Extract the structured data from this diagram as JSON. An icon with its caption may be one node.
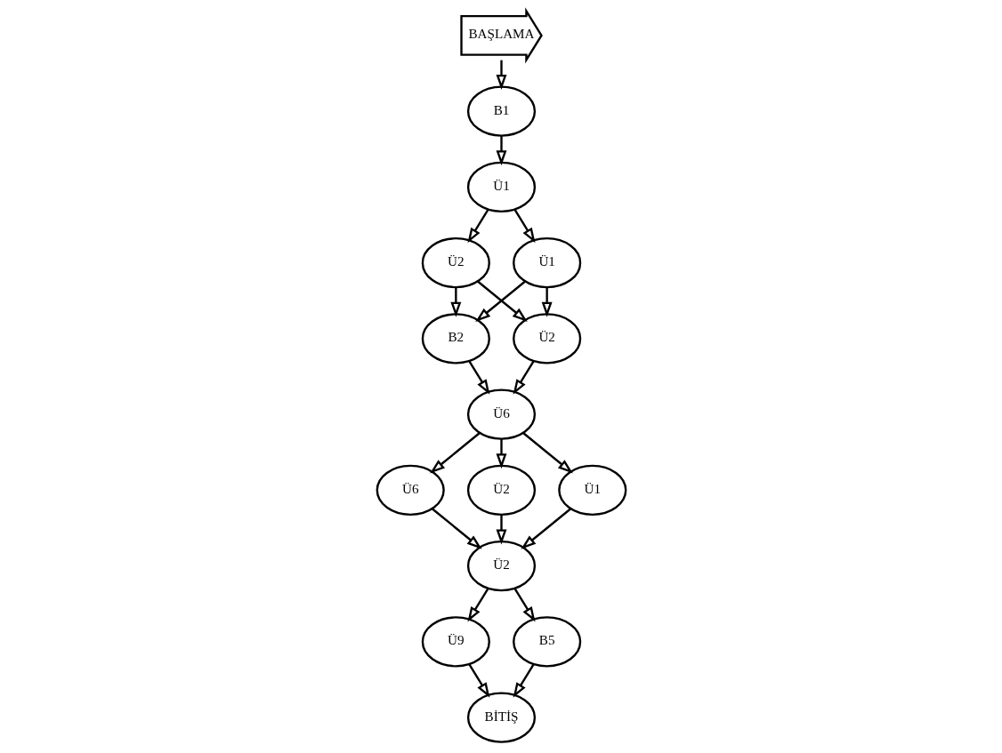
{
  "diagram": {
    "nodes": [
      {
        "text": [
          "BAŞLAMA"
        ]
      },
      {
        "text": [
          "B1"
        ]
      },
      {
        "text": [
          "Ü1"
        ]
      },
      {
        "text": [
          "Ü2"
        ]
      },
      {
        "text": [
          "B2"
        ]
      },
      {
        "text": [
          "Ü1"
        ]
      },
      {
        "text": [
          "Ü2"
        ]
      },
      {
        "text": [
          "BİTİŞ"
        ]
      },
      {
        "text": [
          "Ü6"
        ]
      },
      {
        "text": [
          "Ü9"
        ]
      },
      {
        "text": [
          "Ü6"
        ]
      },
      {
        "text": [
          "B5"
        ]
      },
      {
        "text": [
          "Ü2"
        ]
      },
      {
        "text": [
          "Ü2"
        ]
      },
      {
        "text": [
          "Ü1"
        ]
      }
    ],
    "edges": [
      {
        "from": 0,
        "to": 1,
        "arrow": "to"
      },
      {
        "from": 1,
        "to": 2,
        "arrow": "to"
      },
      {
        "from": 2,
        "to": 3,
        "arrow": "to"
      },
      {
        "from": 2,
        "to": 5,
        "arrow": "to"
      },
      {
        "from": 3,
        "to": 4,
        "arrow": "to"
      },
      {
        "from": 3,
        "to": 6,
        "arrow": "to"
      },
      {
        "from": 5,
        "to": 4,
        "arrow": "to"
      },
      {
        "from": 5,
        "to": 6,
        "arrow": "to"
      },
      {
        "from": 4,
        "to": 8,
        "arrow": "to"
      },
      {
        "from": 6,
        "to": 8,
        "arrow": "to"
      },
      {
        "from": 8,
        "to": 10,
        "arrow": "to"
      },
      {
        "from": 8,
        "to": 12,
        "arrow": "to"
      },
      {
        "from": 8,
        "to": 14,
        "arrow": "to"
      },
      {
        "from": 10,
        "to": 13,
        "arrow": "to"
      },
      {
        "from": 12,
        "to": 13,
        "arrow": "to"
      },
      {
        "from": 14,
        "to": 13,
        "arrow": "to"
      },
      {
        "from": 13,
        "to": 9,
        "arrow": "to"
      },
      {
        "from": 13,
        "to": 11,
        "arrow": "to"
      },
      {
        "from": 9,
        "to": 7,
        "arrow": "to"
      },
      {
        "from": 11,
        "to": 7,
        "arrow": "to"
      }
    ]
  }
}
